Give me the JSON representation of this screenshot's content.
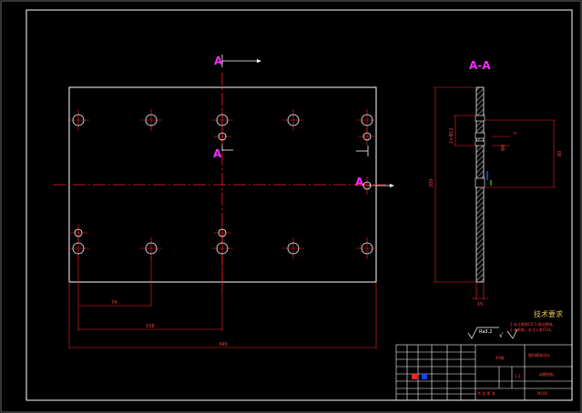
{
  "drawing": {
    "section_marker": "A",
    "section_title": "A-A",
    "tech_req_title": "技术要求",
    "tech_req_lines": [
      "1.未注倒角C0.5,锐边倒钝。",
      "2.去毛刺。未注公差IT14。"
    ],
    "roughness": "Ra3.2",
    "roughness_suffix": "√",
    "dims": {
      "span_1": "74",
      "span_2": "158",
      "span_total": "340",
      "height_total": "200",
      "side_height": "80",
      "hole_dia_1": "2×Φ12",
      "hole_dia_2": "Φ8",
      "thickness": "15",
      "side_small": "7"
    },
    "title_block": {
      "company": "塑料模具设计",
      "drawing_name": "动模垫板",
      "drawing_no": "MJ-06",
      "material": "45钢",
      "scale": "1:2",
      "sheet": "共 张 第 张"
    }
  },
  "colors": {
    "frame": "#ffffff",
    "center_line": "#ff2020",
    "dimension": "#ff2020",
    "section_label": "#ff2bff",
    "hatch": "#d0d0d0"
  }
}
